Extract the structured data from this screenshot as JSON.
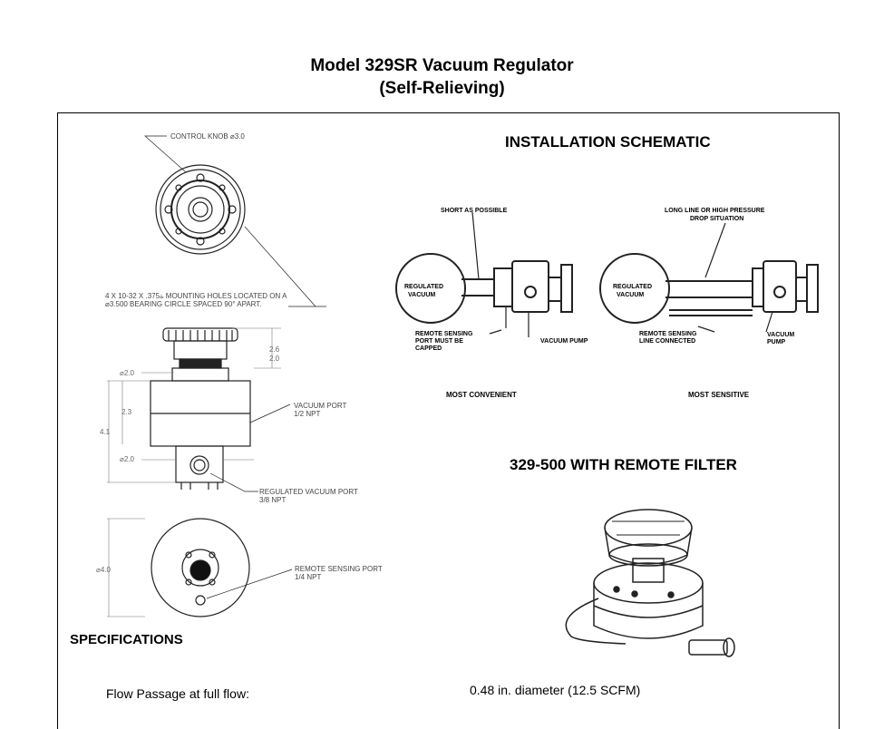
{
  "header": {
    "title_line1": "Model 329SR Vacuum Regulator",
    "title_line2": "(Self-Relieving)"
  },
  "drawing": {
    "control_knob": "CONTROL KNOB ⌀3.0",
    "mounting_holes_1": "4 X 10-32 X .375⫨ MOUNTING HOLES LOCATED ON A",
    "mounting_holes_2": "⌀3.500 BEARING CIRCLE SPACED 90° APART.",
    "dim_26": "2.6",
    "dim_20_top": "2.0",
    "dia_20_a": "⌀2.0",
    "dim_23": "2.3",
    "dim_41": "4.1",
    "dia_20_b": "⌀2.0",
    "dia_40": "⌀4.0",
    "vacuum_port_1": "VACUUM PORT",
    "vacuum_port_2": "1/2 NPT",
    "regulated_port_1": "REGULATED VACUUM PORT",
    "regulated_port_2": "3/8 NPT",
    "remote_port_1": "REMOTE SENSING PORT",
    "remote_port_2": "1/4 NPT"
  },
  "schematic": {
    "heading": "INSTALLATION SCHEMATIC",
    "short_as_possible": "SHORT AS POSSIBLE",
    "long_line_1": "LONG LINE OR HIGH PRESSURE",
    "long_line_2": "DROP SITUATION",
    "regulated_vacuum_1": "REGULATED",
    "regulated_vacuum_2": "VACUUM",
    "remote_sensing_1": "REMOTE SENSING",
    "remote_sensing_2": "PORT MUST BE",
    "remote_sensing_3": "CAPPED",
    "vacuum_pump": "VACUUM PUMP",
    "remote_line_1": "REMOTE SENSING",
    "remote_line_2": "LINE CONNECTED",
    "vacuum_pump_r1": "VACUUM",
    "vacuum_pump_r2": "PUMP",
    "most_convenient": "MOST CONVENIENT",
    "most_sensitive": "MOST SENSITIVE"
  },
  "filter": {
    "heading": "329-500 WITH REMOTE FILTER"
  },
  "specs": {
    "heading": "SPECIFICATIONS",
    "row1_label": "Flow Passage at full flow:",
    "row1_value": "0.48 in. diameter (12.5 SCFM)"
  }
}
